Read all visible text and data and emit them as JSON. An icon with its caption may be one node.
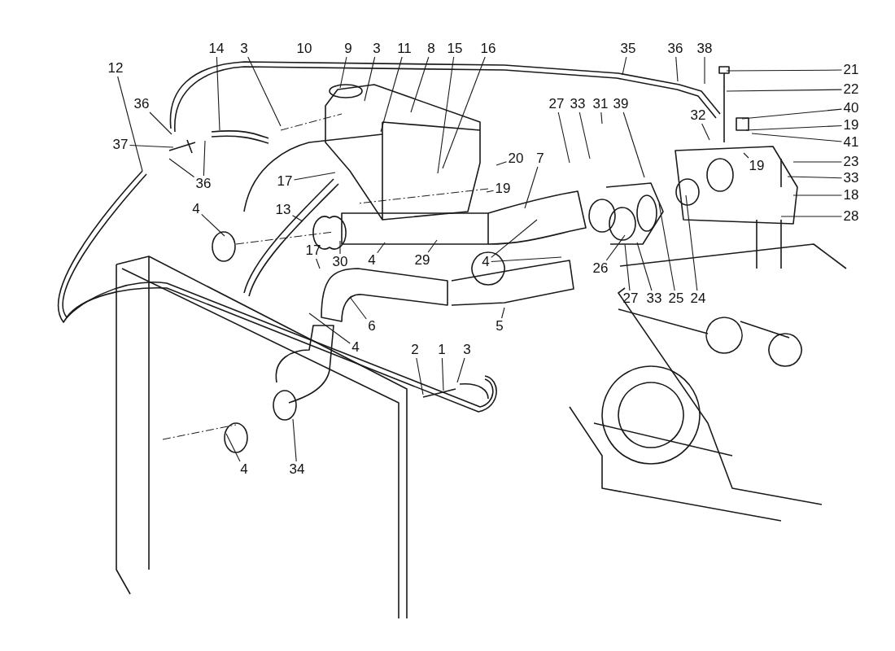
{
  "diagram": {
    "nodes": [
      {
        "text": [
          "14"
        ]
      },
      {
        "text": [
          "3"
        ]
      },
      {
        "text": [
          "10"
        ]
      },
      {
        "text": [
          "9"
        ]
      },
      {
        "text": [
          "3"
        ]
      },
      {
        "text": [
          "11"
        ]
      },
      {
        "text": [
          "8"
        ]
      },
      {
        "text": [
          "15"
        ]
      },
      {
        "text": [
          "16"
        ]
      },
      {
        "text": [
          "35"
        ]
      },
      {
        "text": [
          "36"
        ]
      },
      {
        "text": [
          "38"
        ]
      },
      {
        "text": [
          "21"
        ]
      },
      {
        "text": [
          "22"
        ]
      },
      {
        "text": [
          "32"
        ]
      },
      {
        "text": [
          "40"
        ]
      },
      {
        "text": [
          "19"
        ]
      },
      {
        "text": [
          "41"
        ]
      },
      {
        "text": [
          "19"
        ]
      },
      {
        "text": [
          "23"
        ]
      },
      {
        "text": [
          "33"
        ]
      },
      {
        "text": [
          "18"
        ]
      },
      {
        "text": [
          "28"
        ]
      },
      {
        "text": [
          "12"
        ]
      },
      {
        "text": [
          "36"
        ]
      },
      {
        "text": [
          "37"
        ]
      },
      {
        "text": [
          "36"
        ]
      },
      {
        "text": [
          "27"
        ]
      },
      {
        "text": [
          "33"
        ]
      },
      {
        "text": [
          "31"
        ]
      },
      {
        "text": [
          "39"
        ]
      },
      {
        "text": [
          "20"
        ]
      },
      {
        "text": [
          "19"
        ]
      },
      {
        "text": [
          "7"
        ]
      },
      {
        "text": [
          "17"
        ]
      },
      {
        "text": [
          "13"
        ]
      },
      {
        "text": [
          "4"
        ]
      },
      {
        "text": [
          "4"
        ]
      },
      {
        "text": [
          "29"
        ]
      },
      {
        "text": [
          "4"
        ]
      },
      {
        "text": [
          "17"
        ]
      },
      {
        "text": [
          "30"
        ]
      },
      {
        "text": [
          "26"
        ]
      },
      {
        "text": [
          "27"
        ]
      },
      {
        "text": [
          "33"
        ]
      },
      {
        "text": [
          "25"
        ]
      },
      {
        "text": [
          "24"
        ]
      },
      {
        "text": [
          "6"
        ]
      },
      {
        "text": [
          "5"
        ]
      },
      {
        "text": [
          "4"
        ]
      },
      {
        "text": [
          "2"
        ]
      },
      {
        "text": [
          "1"
        ]
      },
      {
        "text": [
          "3"
        ]
      },
      {
        "text": [
          "4"
        ]
      },
      {
        "text": [
          "34"
        ]
      }
    ],
    "edges": [
      {
        "from": 0,
        "to": null,
        "arrow": "none"
      },
      {
        "from": 1,
        "to": null,
        "arrow": "none"
      },
      {
        "from": 3,
        "to": null,
        "arrow": "none"
      },
      {
        "from": 4,
        "to": null,
        "arrow": "none"
      },
      {
        "from": 5,
        "to": null,
        "arrow": "none"
      },
      {
        "from": 6,
        "to": null,
        "arrow": "none"
      },
      {
        "from": 7,
        "to": null,
        "arrow": "none"
      },
      {
        "from": 8,
        "to": null,
        "arrow": "none"
      },
      {
        "from": 9,
        "to": null,
        "arrow": "none"
      },
      {
        "from": 10,
        "to": null,
        "arrow": "none"
      },
      {
        "from": 11,
        "to": null,
        "arrow": "none"
      },
      {
        "from": 12,
        "to": null,
        "arrow": "none"
      },
      {
        "from": 13,
        "to": null,
        "arrow": "none"
      },
      {
        "from": 14,
        "to": null,
        "arrow": "none"
      },
      {
        "from": 15,
        "to": null,
        "arrow": "none"
      },
      {
        "from": 16,
        "to": null,
        "arrow": "none"
      },
      {
        "from": 17,
        "to": null,
        "arrow": "none"
      },
      {
        "from": 18,
        "to": null,
        "arrow": "none"
      },
      {
        "from": 19,
        "to": null,
        "arrow": "none"
      },
      {
        "from": 20,
        "to": null,
        "arrow": "none"
      },
      {
        "from": 21,
        "to": null,
        "arrow": "none"
      },
      {
        "from": 22,
        "to": null,
        "arrow": "none"
      },
      {
        "from": 23,
        "to": null,
        "arrow": "none"
      },
      {
        "from": 24,
        "to": null,
        "arrow": "none"
      },
      {
        "from": 25,
        "to": null,
        "arrow": "none"
      },
      {
        "from": 26,
        "to": null,
        "arrow": "none"
      },
      {
        "from": 26,
        "to": null,
        "arrow": "none"
      },
      {
        "from": 27,
        "to": null,
        "arrow": "none"
      },
      {
        "from": 28,
        "to": null,
        "arrow": "none"
      },
      {
        "from": 29,
        "to": null,
        "arrow": "none"
      },
      {
        "from": 30,
        "to": null,
        "arrow": "none"
      },
      {
        "from": 31,
        "to": null,
        "arrow": "none"
      },
      {
        "from": 32,
        "to": null,
        "arrow": "none"
      },
      {
        "from": 33,
        "to": null,
        "arrow": "none"
      },
      {
        "from": 34,
        "to": null,
        "arrow": "none"
      },
      {
        "from": 35,
        "to": null,
        "arrow": "none"
      },
      {
        "from": 36,
        "to": null,
        "arrow": "none"
      },
      {
        "from": 37,
        "to": null,
        "arrow": "none"
      },
      {
        "from": 38,
        "to": null,
        "arrow": "none"
      },
      {
        "from": 39,
        "to": null,
        "arrow": "none"
      },
      {
        "from": 39,
        "to": null,
        "arrow": "none"
      },
      {
        "from": 40,
        "to": null,
        "arrow": "none"
      },
      {
        "from": 41,
        "to": null,
        "arrow": "none"
      },
      {
        "from": 42,
        "to": null,
        "arrow": "none"
      },
      {
        "from": 43,
        "to": null,
        "arrow": "none"
      },
      {
        "from": 44,
        "to": null,
        "arrow": "none"
      },
      {
        "from": 45,
        "to": null,
        "arrow": "none"
      },
      {
        "from": 46,
        "to": null,
        "arrow": "none"
      },
      {
        "from": 47,
        "to": null,
        "arrow": "none"
      },
      {
        "from": 48,
        "to": null,
        "arrow": "none"
      },
      {
        "from": 49,
        "to": null,
        "arrow": "none"
      },
      {
        "from": 50,
        "to": null,
        "arrow": "none"
      },
      {
        "from": 51,
        "to": null,
        "arrow": "none"
      },
      {
        "from": 52,
        "to": null,
        "arrow": "none"
      },
      {
        "from": 53,
        "to": null,
        "arrow": "none"
      },
      {
        "from": 54,
        "to": null,
        "arrow": "none"
      }
    ]
  }
}
